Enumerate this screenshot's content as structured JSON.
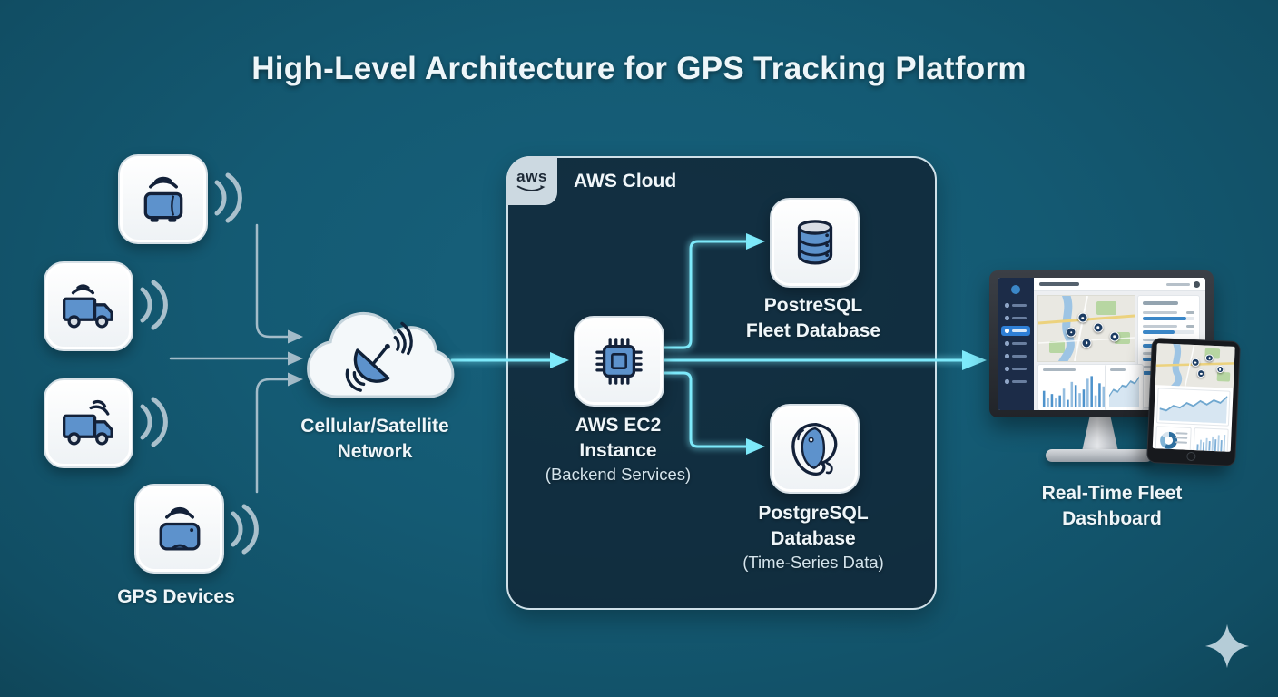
{
  "title": "High-Level Architecture for GPS Tracking Platform",
  "colors": {
    "background_teal": "#145a73",
    "aws_panel": "#16293a",
    "flow_cyan": "#7de9fa",
    "connector_gray": "#a3bcc9",
    "icon_blue": "#5d92cc",
    "icon_outline": "#132139",
    "sidebar_highlight": "#2e7fd6"
  },
  "gps_devices": {
    "label": "GPS Devices",
    "items": [
      {
        "icon": "gps-tracker-wifi"
      },
      {
        "icon": "truck-wifi"
      },
      {
        "icon": "truck-wifi"
      },
      {
        "icon": "gps-tracker-wifi"
      }
    ]
  },
  "network": {
    "label_line1": "Cellular/Satellite",
    "label_line2": "Network",
    "icon": "cloud-with-satellite-dish"
  },
  "aws": {
    "logo_text": "aws",
    "label": "AWS Cloud"
  },
  "ec2": {
    "label_line1": "AWS EC2",
    "label_line2": "Instance",
    "subtitle": "(Backend Services)",
    "icon": "processor-chip"
  },
  "fleet_db": {
    "label_line1": "PostreSQL",
    "label_line2": "Fleet Database",
    "icon": "database-cylinder"
  },
  "timeseries_db": {
    "label_line1": "PostgreSQL",
    "label_line2": "Database",
    "subtitle": "(Time-Series Data)",
    "icon": "postgresql-elephant"
  },
  "dashboard": {
    "label_line1": "Real-Time Fleet",
    "label_line2": "Dashboard",
    "monitor": {
      "sidebar_items": 7,
      "sidebar_active": 2,
      "map_pins": [
        [
          0.46,
          0.34
        ],
        [
          0.62,
          0.48
        ],
        [
          0.5,
          0.72
        ],
        [
          0.79,
          0.62
        ],
        [
          0.34,
          0.56
        ]
      ],
      "bar_values": [
        35,
        20,
        28,
        18,
        25,
        40,
        15,
        55,
        48,
        30,
        38,
        62,
        68,
        25,
        52,
        45
      ],
      "line_values": [
        20,
        35,
        30,
        45,
        42,
        55,
        50,
        65
      ],
      "stat_widths": [
        85,
        62,
        78,
        90,
        58
      ]
    },
    "tablet": {
      "map_pins": [
        [
          0.5,
          0.42
        ],
        [
          0.68,
          0.3
        ],
        [
          0.58,
          0.68
        ],
        [
          0.82,
          0.56
        ]
      ],
      "area_values": [
        30,
        25,
        40,
        35,
        50,
        42,
        58,
        48,
        62,
        55,
        75
      ],
      "donut_segments": [
        58,
        26,
        16
      ],
      "donut_colors": [
        "#2f6f9f",
        "#7fb3d6",
        "#d7e4ee"
      ],
      "bar_values": [
        22,
        38,
        30,
        45,
        35,
        52,
        42,
        58,
        40,
        60
      ]
    }
  }
}
